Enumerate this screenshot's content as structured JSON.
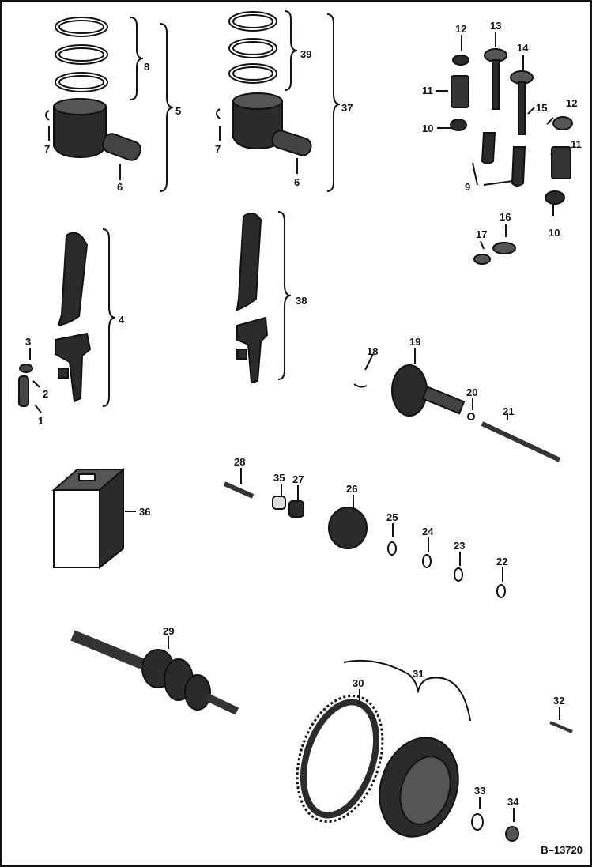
{
  "diagram_id": "B–13720",
  "callouts": [
    "1",
    "2",
    "3",
    "4",
    "5",
    "6",
    "6",
    "7",
    "7",
    "8",
    "9",
    "10",
    "10",
    "11",
    "11",
    "12",
    "12",
    "13",
    "14",
    "15",
    "16",
    "17",
    "18",
    "19",
    "20",
    "21",
    "22",
    "23",
    "24",
    "25",
    "26",
    "27",
    "28",
    "29",
    "30",
    "31",
    "32",
    "33",
    "34",
    "35",
    "36",
    "37",
    "38",
    "39"
  ],
  "colors": {
    "ink": "#111111",
    "paper": "#ffffff",
    "part_fill": "#2b2b2b",
    "part_mid": "#555555"
  }
}
